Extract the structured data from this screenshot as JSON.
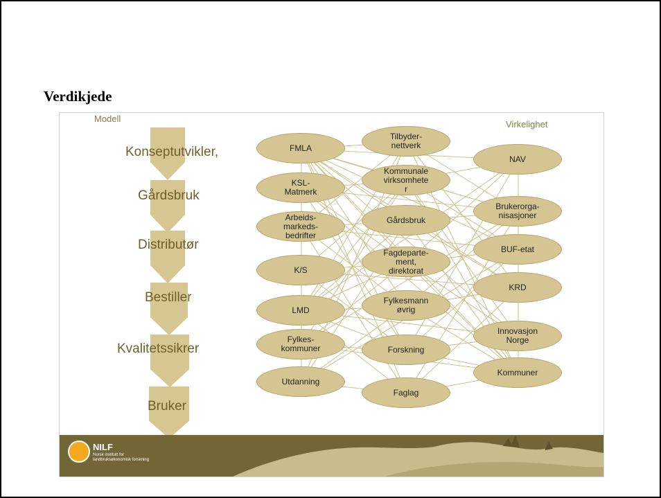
{
  "heading": "Verdikjede",
  "model_label": "Modell",
  "reality_label": "Virkelighet",
  "stages": [
    "Konseptutvikler,",
    "Gårdsbruk",
    "Distributør",
    "Bestiller",
    "Kvalitetssikrer",
    "Bruker"
  ],
  "nodes": {
    "fmla": "FMLA",
    "ksl": "KSL-\nMatmerk",
    "arbeids": "Arbeids-\nmarkeds-\nbedrifter",
    "ks": "K/S",
    "lmd": "LMD",
    "fylkes": "Fylkes-\nkommuner",
    "utdanning": "Utdanning",
    "tilbyder": "Tilbyder-\nnettverk",
    "kommunale": "Kommunale\nvirksomhete\nr",
    "gardsbruk": "Gårdsbruk",
    "fagdep": "Fagdeparte-\nment,\ndirektorat",
    "fylkesmann": "Fylkesmann\nøvrig",
    "forskning": "Forskning",
    "faglag": "Faglag",
    "nav": "NAV",
    "brukerorg": "Brukerorga-\nnisasjoner",
    "buf": "BUF-etat",
    "krd": "KRD",
    "innovasjon": "Innovasjon\nNorge",
    "kommuner": "Kommuner"
  },
  "logo": {
    "name": "NILF",
    "subtitle": "Norsk institutt for\nlandbruksøkonomisk forskning"
  },
  "colors": {
    "node_fill": "#d4c592",
    "chevron_fill": "#d6c792",
    "link_line": "#c9bb84",
    "footer_dark": "#726536",
    "footer_light": "#c8bb8c",
    "logo_orange": "#f3a81d"
  }
}
